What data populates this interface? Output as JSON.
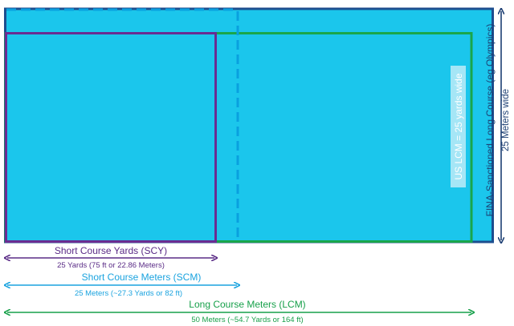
{
  "pool": {
    "colors": {
      "water": "#1bc6ec",
      "fina_border": "#1d4e8f",
      "lcm_border": "#1aa64a",
      "scy_border": "#6a2c91",
      "scm_dash": "#0aa0df",
      "us_lcm_badge": "#a5e6f6",
      "us_lcm_text": "#ffffff",
      "scm_label": "#1aa3df",
      "scy_label": "#5a2b86",
      "lcm_label": "#17a04a",
      "dark_label": "#1d3f73"
    },
    "us_lcm_label": "US LCM = 25 yards wide",
    "fina_label": "FINA-Sanctioned Long Course (eg Olympics)",
    "fina_width_label": "25 Meters wide"
  },
  "measurements": {
    "scy": {
      "title": "Short Course Yards (SCY)",
      "subtitle": "25 Yards (75 ft or 22.86 Meters)"
    },
    "scm": {
      "title": "Short Course Meters (SCM)",
      "subtitle": "25 Meters (~27.3 Yards or 82 ft)"
    },
    "lcm": {
      "title": "Long Course Meters (LCM)",
      "subtitle": "50 Meters (~54.7 Yards or 164 ft)"
    }
  }
}
